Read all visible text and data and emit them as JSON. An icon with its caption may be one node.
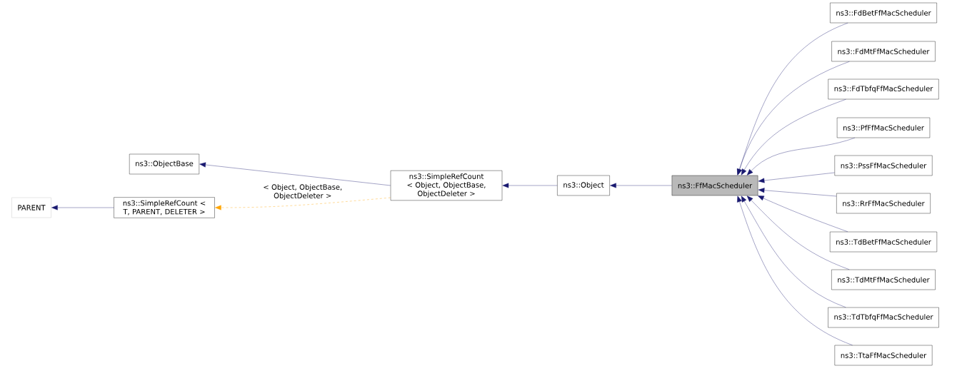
{
  "diagram": {
    "nodes": [
      {
        "text": [
          "PARENT"
        ]
      },
      {
        "text": [
          "ns3::ObjectBase"
        ]
      },
      {
        "text": [
          "ns3::SimpleRefCount < T, PARENT, DELETER >"
        ]
      },
      {
        "text": [
          "ns3::SimpleRefCount < Object, ObjectBase, ObjectDeleter >"
        ]
      },
      {
        "text": [
          "ns3::Object"
        ]
      },
      {
        "text": [
          "ns3::FfMacScheduler"
        ]
      },
      {
        "text": [
          "ns3::FdBetFfMacScheduler"
        ]
      },
      {
        "text": [
          "ns3::FdMtFfMacScheduler"
        ]
      },
      {
        "text": [
          "ns3::FdTbfqFfMacScheduler"
        ]
      },
      {
        "text": [
          "ns3::PfFfMacScheduler"
        ]
      },
      {
        "text": [
          "ns3::PssFfMacScheduler"
        ]
      },
      {
        "text": [
          "ns3::RrFfMacScheduler"
        ]
      },
      {
        "text": [
          "ns3::TdBetFfMacScheduler"
        ]
      },
      {
        "text": [
          "ns3::TdMtFfMacScheduler"
        ]
      },
      {
        "text": [
          "ns3::TdTbfqFfMacScheduler"
        ]
      },
      {
        "text": [
          "ns3::TtaFfMacScheduler"
        ]
      }
    ],
    "edges": [
      {
        "from": 2,
        "to": 0,
        "arrow": "to"
      },
      {
        "from": 3,
        "to": 1,
        "arrow": "to"
      },
      {
        "from": 3,
        "to": 2,
        "arrow": "to",
        "label": "< Object, ObjectBase, ObjectDeleter >",
        "style": "dashed",
        "color": "#ffa500"
      },
      {
        "from": 4,
        "to": 3,
        "arrow": "to"
      },
      {
        "from": 5,
        "to": 4,
        "arrow": "to"
      },
      {
        "from": 6,
        "to": 5,
        "arrow": "to"
      },
      {
        "from": 7,
        "to": 5,
        "arrow": "to"
      },
      {
        "from": 8,
        "to": 5,
        "arrow": "to"
      },
      {
        "from": 9,
        "to": 5,
        "arrow": "to"
      },
      {
        "from": 10,
        "to": 5,
        "arrow": "to"
      },
      {
        "from": 11,
        "to": 5,
        "arrow": "to"
      },
      {
        "from": 12,
        "to": 5,
        "arrow": "to"
      },
      {
        "from": 13,
        "to": 5,
        "arrow": "to"
      },
      {
        "from": 14,
        "to": 5,
        "arrow": "to"
      },
      {
        "from": 15,
        "to": 5,
        "arrow": "to"
      }
    ]
  }
}
